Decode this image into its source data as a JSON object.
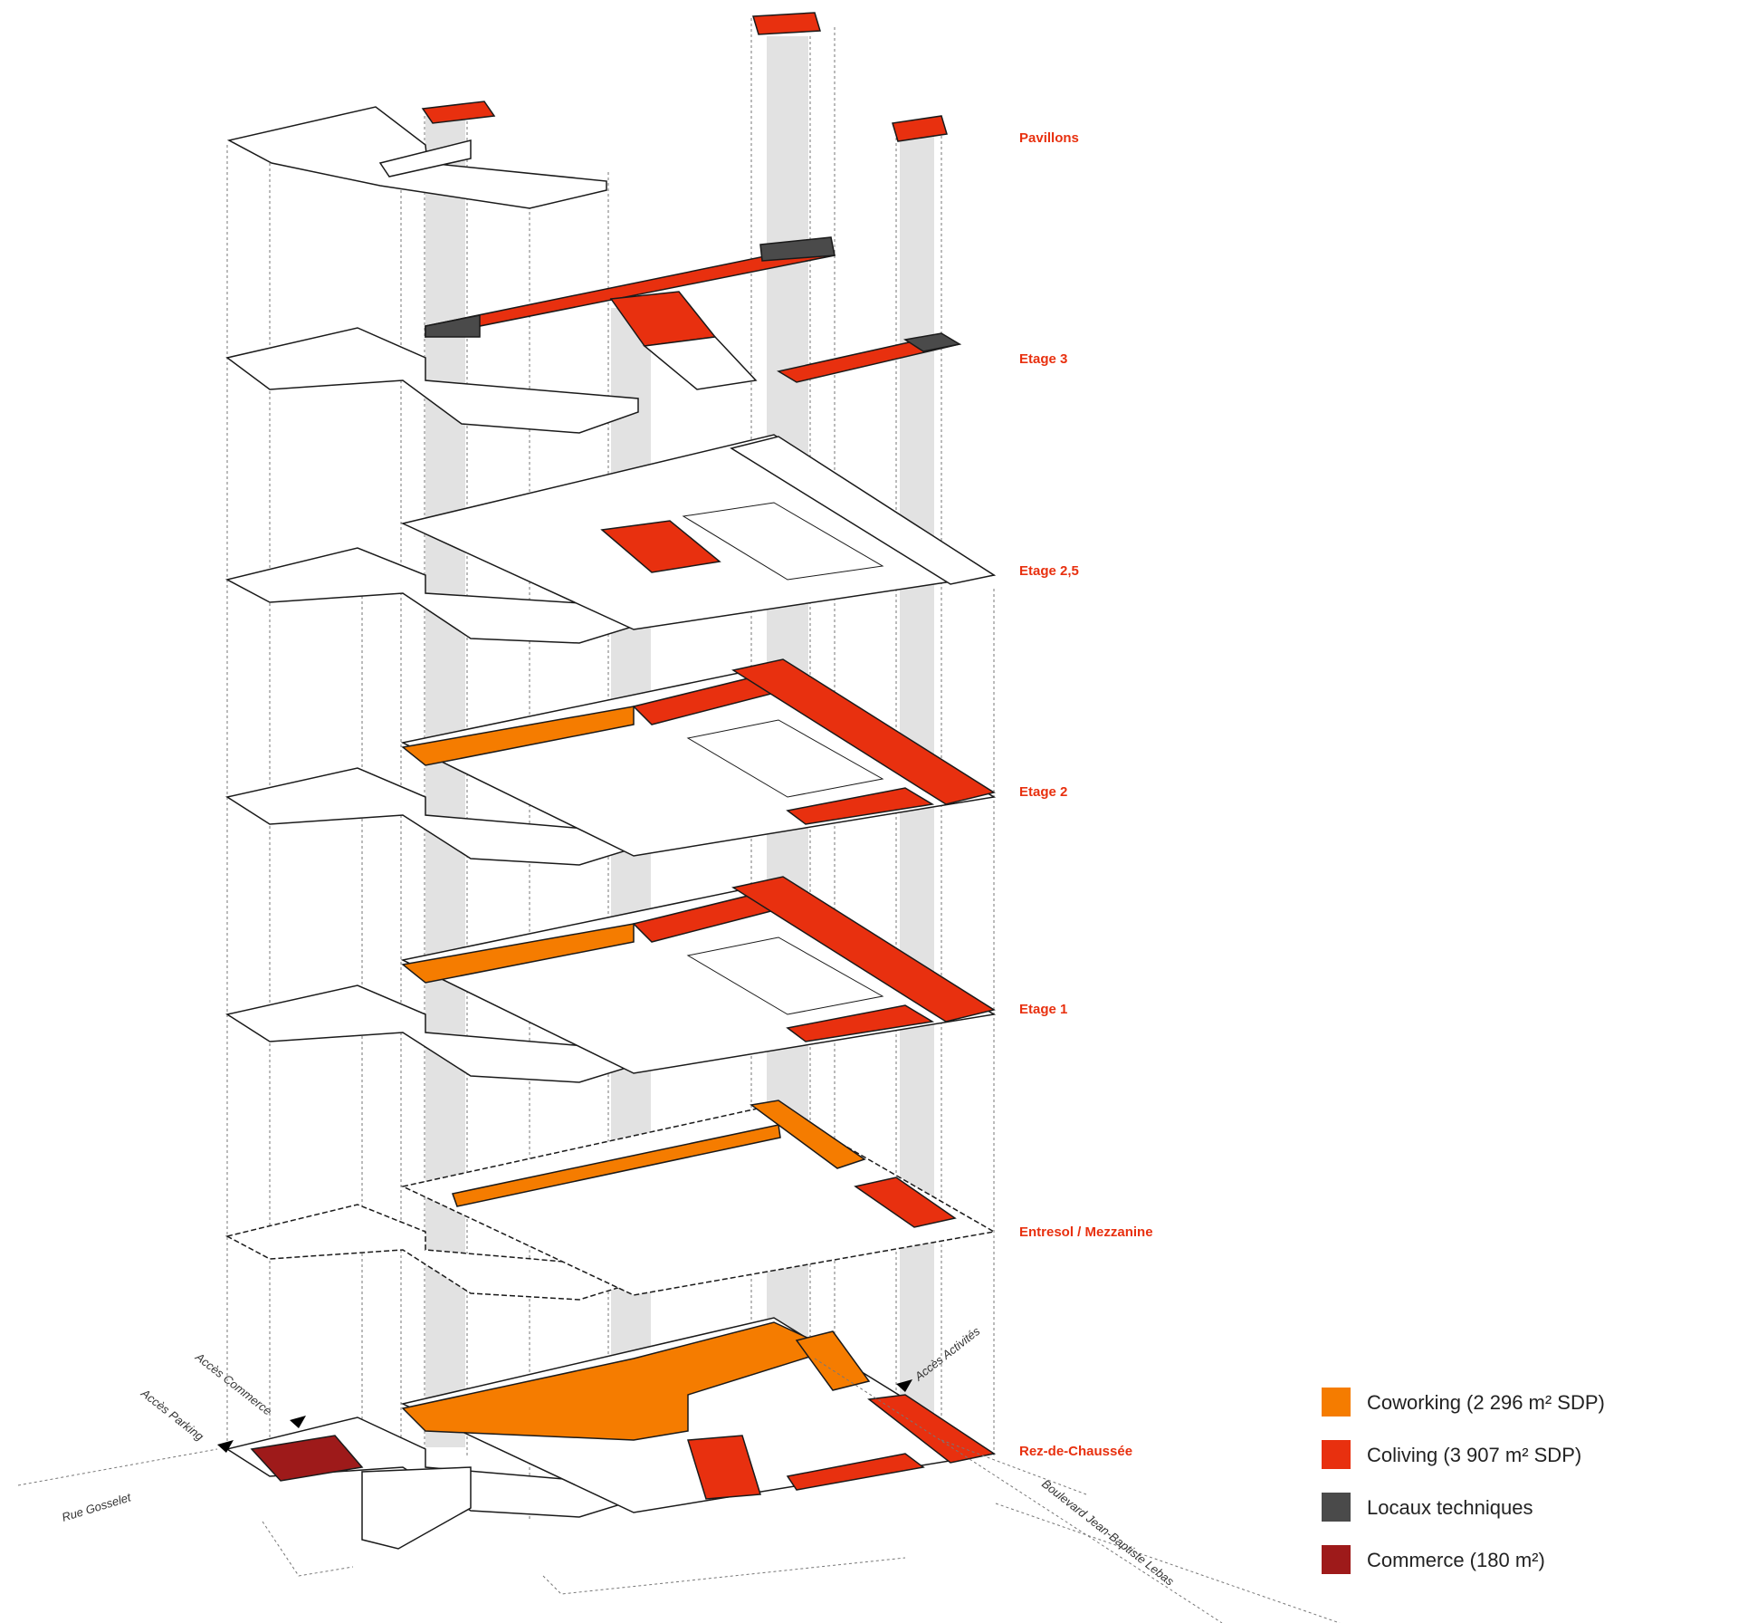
{
  "levels": [
    {
      "label": "Pavillons"
    },
    {
      "label": "Etage 3"
    },
    {
      "label": "Etage 2,5"
    },
    {
      "label": "Etage 2"
    },
    {
      "label": "Etage 1"
    },
    {
      "label": "Entresol / Mezzanine"
    },
    {
      "label": "Rez-de-Chaussée"
    }
  ],
  "legend": [
    {
      "label": "Coworking (2 296 m² SDP)",
      "color": "#f57c00"
    },
    {
      "label": "Coliving (3 907 m² SDP)",
      "color": "#e8300f"
    },
    {
      "label": "Locaux techniques",
      "color": "#4a4a4a"
    },
    {
      "label": "Commerce (180 m²)",
      "color": "#9e1a1a"
    }
  ],
  "streets": {
    "rue_gosselet": "Rue Gosselet",
    "boulevard": "Boulevard Jean-Baptiste Lebas"
  },
  "accesses": {
    "parking": "Accès Parking",
    "commerce": "Accès Commerce",
    "activites": "Accès Activités"
  },
  "colors": {
    "label": "#e8300f",
    "outline": "#1a1a1a",
    "column": "#e3e3e3",
    "dashed": "#777777"
  }
}
